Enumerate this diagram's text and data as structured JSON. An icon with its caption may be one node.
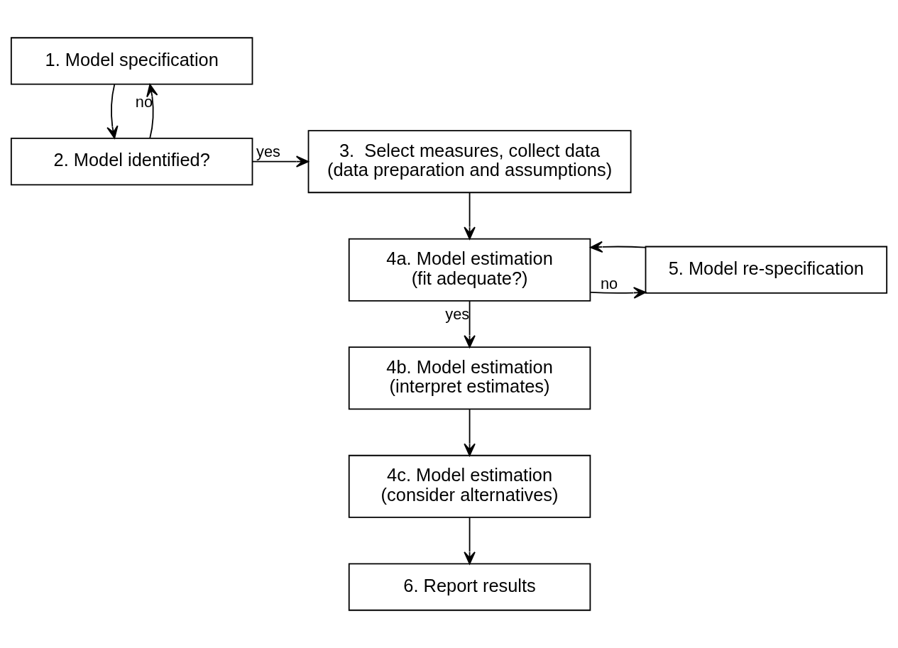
{
  "diagram": {
    "nodes": [
      {
        "text": [
          "1. Model specification"
        ]
      },
      {
        "text": [
          "2. Model identified?"
        ]
      },
      {
        "text": [
          "3.  Select measures, collect data",
          "(data preparation and assumptions)"
        ]
      },
      {
        "text": [
          "4a. Model estimation",
          "(fit adequate?)"
        ]
      },
      {
        "text": [
          "5. Model re-specification"
        ]
      },
      {
        "text": [
          "4b. Model estimation",
          "(interpret estimates)"
        ]
      },
      {
        "text": [
          "4c. Model estimation",
          "(consider alternatives)"
        ]
      },
      {
        "text": [
          "6. Report results"
        ]
      }
    ],
    "edges": [
      {
        "from": 0,
        "to": 1,
        "arrow": "to"
      },
      {
        "from": 1,
        "to": 2,
        "arrow": "to",
        "label": "yes"
      },
      {
        "from": 1,
        "to": 0,
        "arrow": "to",
        "label": "no"
      },
      {
        "from": 2,
        "to": 3,
        "arrow": "to"
      },
      {
        "from": 3,
        "to": 4,
        "arrow": "to",
        "label": "no"
      },
      {
        "from": 4,
        "to": 3,
        "arrow": "to"
      },
      {
        "from": 3,
        "to": 5,
        "arrow": "to",
        "label": "yes"
      },
      {
        "from": 5,
        "to": 6,
        "arrow": "to"
      },
      {
        "from": 6,
        "to": 7,
        "arrow": "to"
      }
    ]
  }
}
